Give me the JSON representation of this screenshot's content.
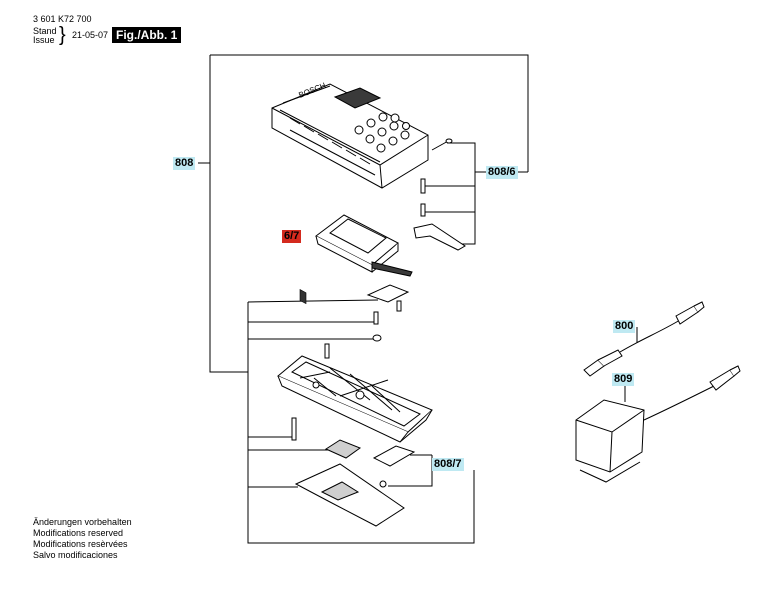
{
  "header": {
    "part_number": "3 601 K72 700",
    "stand_label": "Stand",
    "issue_label": "Issue",
    "date": "21-05-07",
    "figure": "Fig./Abb. 1"
  },
  "callouts": {
    "c808": "808",
    "c808_6": "808/6",
    "c6_7": "6/7",
    "c800": "800",
    "c809": "809",
    "c808_7": "808/7"
  },
  "device_logo": "BOSCH",
  "notes": [
    "Änderungen vorbehalten",
    "Modifications reserved",
    "Modifications resèrvées",
    "Salvo modificaciones"
  ],
  "colors": {
    "callout_cyan": "#bfe9f2",
    "callout_red": "#d42a1e",
    "header_box": "#000000"
  }
}
